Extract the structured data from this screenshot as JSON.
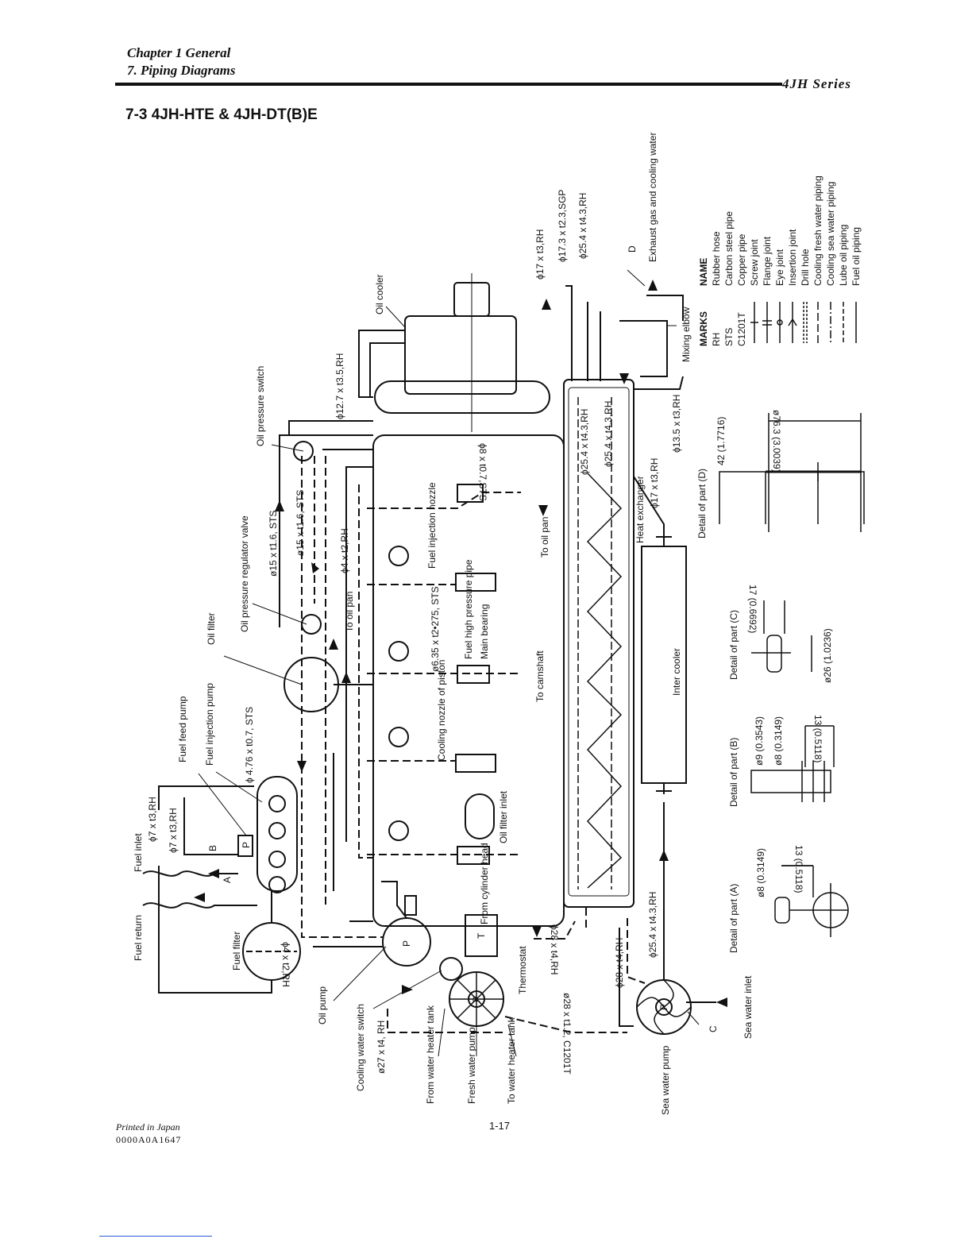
{
  "header": {
    "chapter": "Chapter 1 General",
    "section": "7. Piping Diagrams",
    "series": "4JH Series"
  },
  "title": "7-3 4JH-HTE & 4JH-DT(B)E",
  "labels": {
    "fuel_inlet": "Fuel inlet",
    "fuel_return": "Fuel return",
    "p7_a": "ϕ7 x t3,RH",
    "p7_b": "ϕ7 x t3,RH",
    "fuel_filter": "Fuel filter",
    "fuel_feed_pump": "Fuel feed pump",
    "fuel_injection_pump": "Fuel injection pump",
    "p476": "ϕ 4.76 x t0.7, STS",
    "p4_bottom": "ϕ4 x t2,RH",
    "oil_filter": "Oil filter",
    "oil_pressure_regulator_valve": "Oil pressure regulator valve",
    "oil_pressure_switch": "Oil pressure switch",
    "p15_a": "ø15 x t1.6, STS",
    "p15_b": "ø15 x t1.6, STS",
    "p127": "ϕ12.7 x t3.5,RH",
    "oil_cooler": "Oil cooler",
    "p8_sts": "ϕ8 x t0.7,STS",
    "p4_rh": "ϕ4 x t2,RH",
    "to_oil_pan_a": "To oil pan",
    "fuel_injection_nozzle": "Fuel injection nozzle",
    "p635": "ø6.35 x t2•275, STS",
    "fuel_high_pressure_pipe": "Fuel high pressure pipe",
    "main_bearing": "Main bearing",
    "cooling_nozzle": "Cooling nozzle of piston",
    "oil_filter_inlet": "Oil filter inlet",
    "from_cylinder_head": "From cylinder head",
    "to_oil_pan_b": "To oil pan",
    "to_camshaft": "To camshaft",
    "thermostat": "Thermostat",
    "oil_pump": "Oil pump",
    "cooling_water_switch": "Cooling water switch",
    "p27": "ø27 x t4, RH",
    "from_water_heater_tank": "From water heater tank",
    "fresh_water_pump": "Fresh water pump",
    "to_water_heater_tank": "To water heater tank",
    "p28_c1201t": "ø28 x t1.2, C1201T",
    "p28_rh_a": "ϕ28 x t4,RH",
    "p28_rh_b": "ϕ28 x t4,RH",
    "p254_rh_bottom": "ϕ25.4 x t4.3,RH",
    "sea_water_pump": "Sea water pump",
    "sea_water_inlet": "Sea water inlet",
    "inter_cooler": "Inter cooler",
    "heat_exchanger": "Heat exchanger",
    "p17_small": "ϕ17 x t3,RH",
    "p254_a": "ϕ25.4 x t4.3,RH",
    "p254_b": "ϕ25.4 x t4.3,RH",
    "p135": "ϕ13.5 x t3,RH",
    "p17_top": "ϕ17 x t3,RH",
    "p173": "ϕ17.3 x t2.3,SGP",
    "p254_top": "ϕ25.4 x t4.3,RH",
    "exhaust": "Exhaust gas and cooling water",
    "mixing_elbow": "Mixing elbow",
    "mark_a": "A",
    "mark_b": "B",
    "mark_c": "C",
    "mark_d": "D",
    "pump_p": "P",
    "thermo_t": "T"
  },
  "details": {
    "d": {
      "title": "Detail of part (D)",
      "dim1": "42 (1.7716)",
      "dim2": "ø76.3 (3.0039)"
    },
    "c": {
      "title": "Detail of part (C)",
      "dim1": "17 (0.6692)",
      "dim2": "ø26 (1.0236)"
    },
    "b": {
      "title": "Detail of part (B)",
      "dim1": "ø9 (0.3543)",
      "dim2": "ø8 (0.3149)",
      "dim3": "13 (0.5118)"
    },
    "a": {
      "title": "Detail of part (A)",
      "dim1": "ø8 (0.3149)",
      "dim2": "13 (0.5118)"
    }
  },
  "legend": {
    "marks_header": "MARKS",
    "name_header": "NAME",
    "rows": [
      {
        "mark": "RH",
        "name": "Rubber hose"
      },
      {
        "mark": "STS",
        "name": "Carbon steel pipe"
      },
      {
        "mark": "C1201T",
        "name": "Copper pipe"
      },
      {
        "mark": "",
        "name": "Screw joint"
      },
      {
        "mark": "",
        "name": "Flange joint"
      },
      {
        "mark": "",
        "name": "Eye joint"
      },
      {
        "mark": "",
        "name": "Insertion joint"
      },
      {
        "mark": "",
        "name": "Drill hole"
      },
      {
        "mark": "",
        "name": "Cooling fresh water piping"
      },
      {
        "mark": "",
        "name": "Cooling sea water piping"
      },
      {
        "mark": "",
        "name": "Lube oil piping"
      },
      {
        "mark": "",
        "name": "Fuel oil piping"
      }
    ]
  },
  "footer": {
    "printed": "Printed in Japan",
    "code": "0000A0A1647",
    "page": "1-17"
  }
}
